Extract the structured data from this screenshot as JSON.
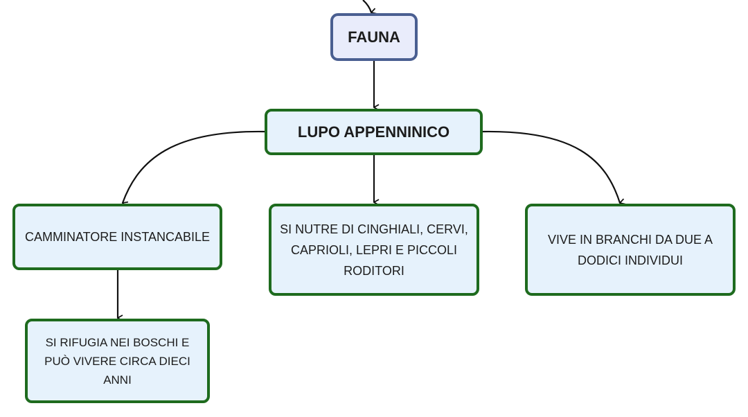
{
  "nodes": {
    "fauna": "FAUNA",
    "main": "LUPO APPENNINICO",
    "camminatore": "CAMMINATORE INSTANCABILE",
    "nutre": "SI NUTRE DI CINGHIALI, CERVI, CAPRIOLI, LEPRI E PICCOLI RODITORI",
    "branchi": "VIVE IN BRANCHI DA DUE A DODICI INDIVIDUI",
    "rifugia": "SI RIFUGIA NEI BOSCHI E PUÒ VIVERE CIRCA DIECI ANNI"
  },
  "colors": {
    "top_node_border": "#4a5f91",
    "top_node_fill": "#e9ecfb",
    "node_border": "#1e6b1e",
    "node_fill": "#e6f2fc",
    "connector": "#111111"
  }
}
